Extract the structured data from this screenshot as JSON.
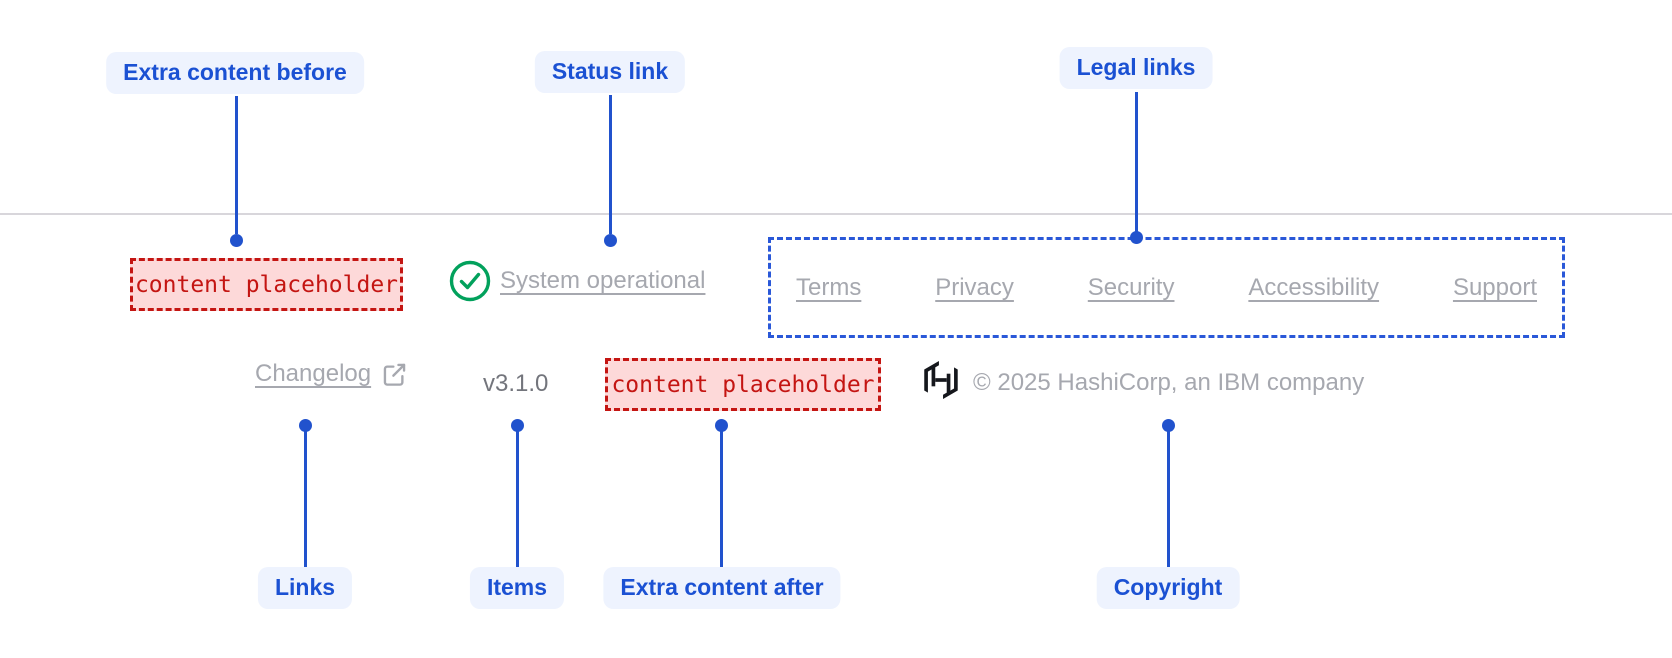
{
  "annotations": {
    "extra_content_before": "Extra content before",
    "status_link": "Status link",
    "legal_links": "Legal links",
    "links": "Links",
    "items": "Items",
    "extra_content_after": "Extra content after",
    "copyright": "Copyright"
  },
  "footer": {
    "extra_content_before_placeholder": "content placeholder",
    "status": {
      "icon": "check-circle-icon",
      "label": "System operational"
    },
    "legal_links": [
      "Terms",
      "Privacy",
      "Security",
      "Accessibility",
      "Support"
    ],
    "links": [
      {
        "label": "Changelog",
        "external": true,
        "icon": "external-link-icon"
      }
    ],
    "items": {
      "version": "v3.1.0"
    },
    "extra_content_after_placeholder": "content placeholder",
    "copyright": {
      "logo": "hashicorp-logo-icon",
      "text": "© 2025 HashiCorp, an IBM company"
    }
  },
  "colors": {
    "annotation_blue": "#1b51d3",
    "annotation_pill_bg": "#eef3fe",
    "connector_blue": "#2152cd",
    "legal_dashed_blue": "#2a58d8",
    "divider_gray": "#d8d6db",
    "muted_link_gray": "#a6a8af",
    "version_gray": "#73757c",
    "status_green": "#02a15c",
    "placeholder_red": "#c41512",
    "placeholder_bg": "#fdd9d9",
    "logo_black": "#15171c"
  }
}
